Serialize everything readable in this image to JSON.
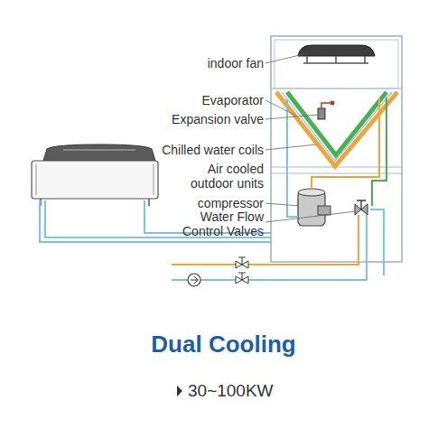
{
  "diagram": {
    "title": "Dual Cooling",
    "caption": "30~100KW",
    "labels": [
      "indoor fan",
      "Evaporator",
      "Expansion valve",
      "Chilled water coils",
      "Air cooled outdoor units",
      "compressor",
      "Water Flow Control Valves"
    ]
  }
}
